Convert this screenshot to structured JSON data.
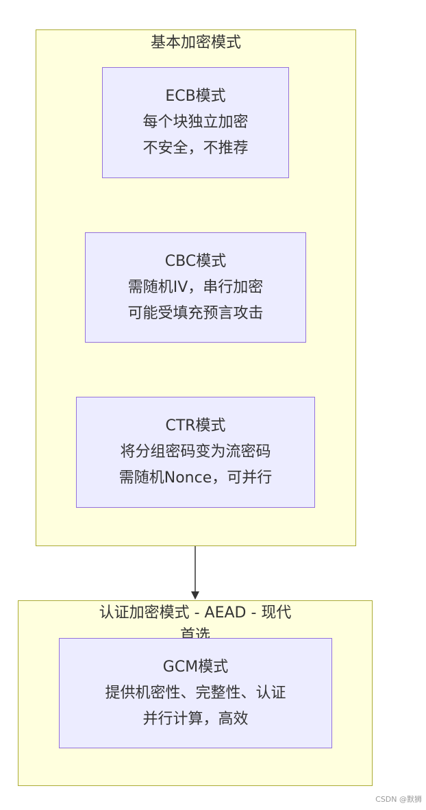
{
  "groups": {
    "basic": {
      "title": "基本加密模式"
    },
    "aead": {
      "title_line1": "认证加密模式 - AEAD - 现代",
      "title_line2": "首选"
    }
  },
  "nodes": {
    "ecb": {
      "lines": [
        "ECB模式",
        "每个块独立加密",
        "不安全，不推荐"
      ]
    },
    "cbc": {
      "lines": [
        "CBC模式",
        "需随机IV，串行加密",
        "可能受填充预言攻击"
      ]
    },
    "ctr": {
      "lines": [
        "CTR模式",
        "将分组密码变为流密码",
        "需随机Nonce，可并行"
      ]
    },
    "gcm": {
      "lines": [
        "GCM模式",
        "提供机密性、完整性、认证",
        "并行计算，高效"
      ]
    }
  },
  "edges": [
    {
      "from": "basic",
      "to": "aead"
    }
  ],
  "colors": {
    "group_fill": "#ffffde",
    "group_stroke": "#aaaa33",
    "node_fill": "#ececff",
    "node_stroke": "#9370db",
    "edge": "#333333",
    "text": "#333333"
  },
  "watermark": "CSDN @默狮"
}
